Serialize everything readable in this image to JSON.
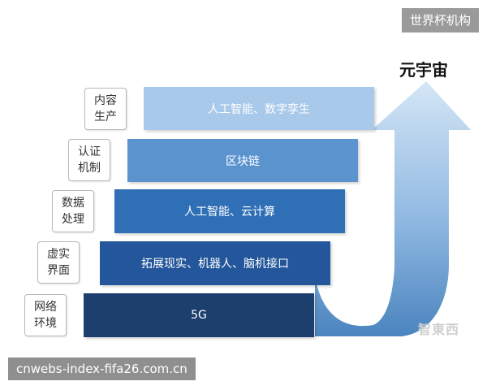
{
  "badge": "世界杯机构",
  "title": "元宇宙",
  "layers": [
    {
      "label": "内容\n生产",
      "bar": "人工智能、数字孪生",
      "color": "#a9c9ea"
    },
    {
      "label": "认证\n机制",
      "bar": "区块链",
      "color": "#5b93cf"
    },
    {
      "label": "数据\n处理",
      "bar": "人工智能、云计算",
      "color": "#2f6fb6"
    },
    {
      "label": "虚实\n界面",
      "bar": "拓展现实、机器人、脑机接口",
      "color": "#23569a"
    },
    {
      "label": "网络\n环境",
      "bar": "5G",
      "color": "#1d3f6e"
    }
  ],
  "watermark": "智東西",
  "footer": "cnwebs-index-fifa26.com.cn"
}
